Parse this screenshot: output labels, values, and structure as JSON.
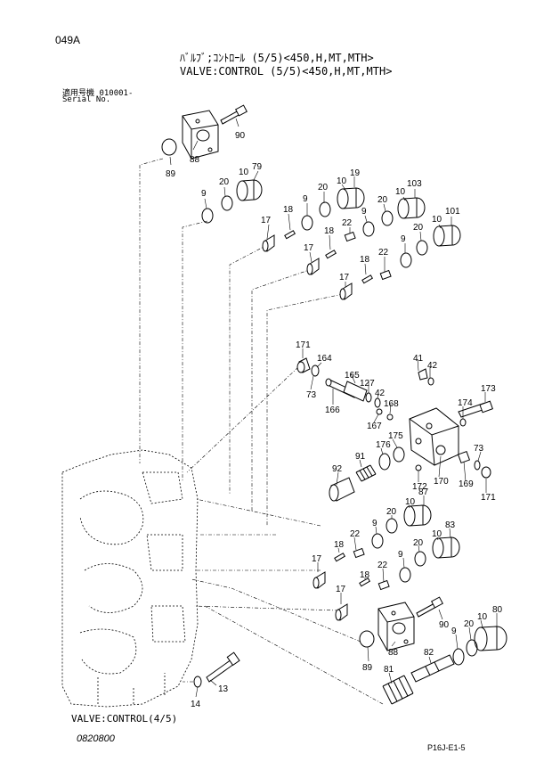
{
  "page_code": "049A",
  "title_jp": "ﾊﾞﾙﾌﾞ;ｺﾝﾄﾛｰﾙ (5/5)<450,H,MT,MTH>",
  "title_en": "VALVE:CONTROL (5/5)<450,H,MT,MTH>",
  "serial_label_jp": "適用号機",
  "serial_value": "010001-",
  "serial_label_en": "Serial No.",
  "bottom_label": "VALVE:CONTROL(4/5)",
  "drawing_no": "0820800",
  "figure_no": "P16J-E1-5",
  "part_labels": {
    "l90a": "90",
    "l88a": "88",
    "l89a": "89",
    "l79": "79",
    "l10a": "10",
    "l20a": "20",
    "l9a": "9",
    "l19": "19",
    "l10b": "10",
    "l20b": "20",
    "l9b": "9",
    "l18a": "18",
    "l17a": "17",
    "l103": "103",
    "l10c": "10",
    "l20c": "20",
    "l9c": "9",
    "l22a": "22",
    "l18b": "18",
    "l17b": "17",
    "l101": "101",
    "l10d": "10",
    "l20d": "20",
    "l9d": "9",
    "l22b": "22",
    "l18c": "18",
    "l17c": "17",
    "l171a": "171",
    "l164": "164",
    "l73a": "73",
    "l165": "165",
    "l127": "127",
    "l42a": "42",
    "l166": "166",
    "l168": "168",
    "l167": "167",
    "l41": "41",
    "l42b": "42",
    "l173": "173",
    "l174": "174",
    "l175": "175",
    "l176": "176",
    "l73b": "73",
    "l169": "169",
    "l170": "170",
    "l172": "172",
    "l171b": "171",
    "l92": "92",
    "l91": "91",
    "l87": "87",
    "l10e": "10",
    "l20e": "20",
    "l9e": "9",
    "l22c": "22",
    "l18d": "18",
    "l83": "83",
    "l10f": "10",
    "l20f": "20",
    "l9f": "9",
    "l22d": "22",
    "l18e": "18",
    "l17d": "17",
    "l17e": "17",
    "l90b": "90",
    "l88b": "88",
    "l89b": "89",
    "l80": "80",
    "l10g": "10",
    "l20g": "20",
    "l9g": "9",
    "l82": "82",
    "l81": "81",
    "l13": "13",
    "l14": "14"
  }
}
